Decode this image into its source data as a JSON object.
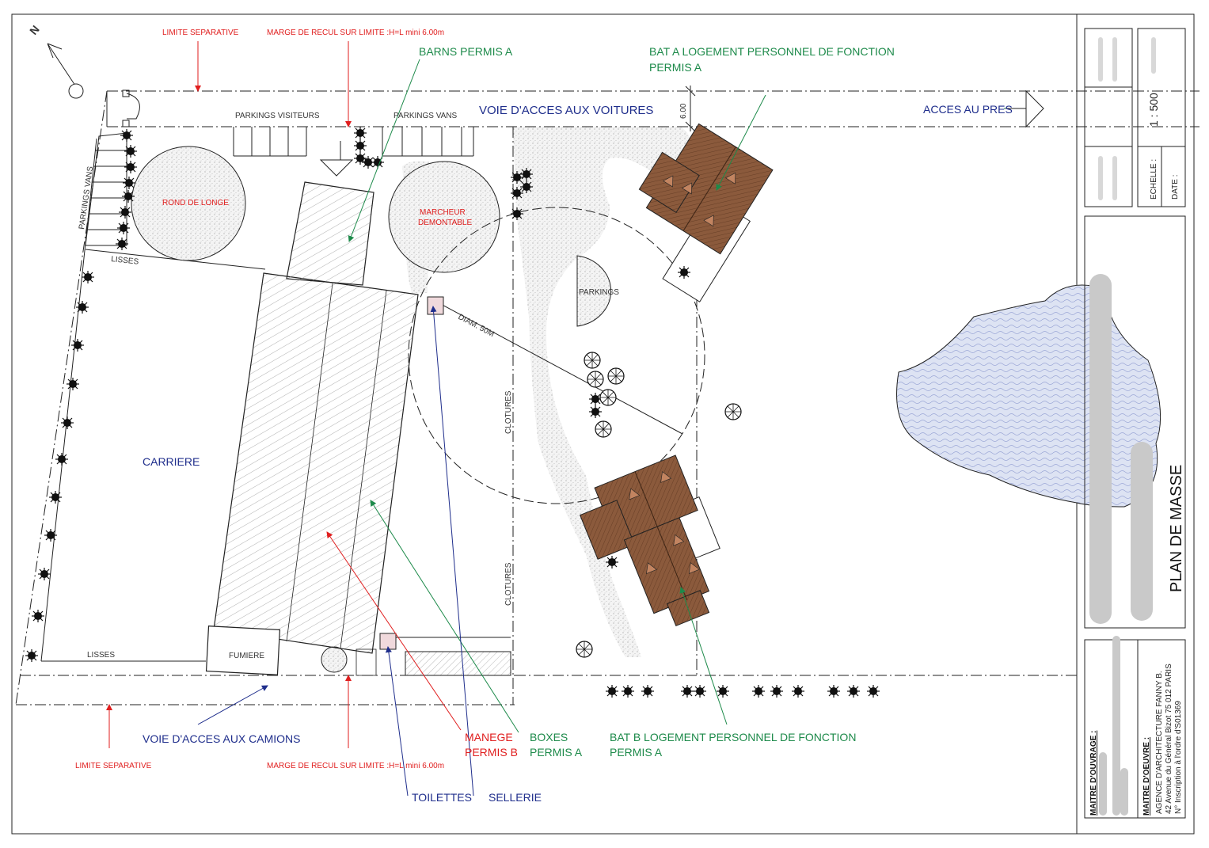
{
  "labels": {
    "limite_top": "LIMITE SEPARATIVE",
    "marge_top": "MARGE DE RECUL SUR LIMITE :H=L mini 6.00m",
    "barns": "BARNS PERMIS A",
    "bat_a_line1": "BAT A LOGEMENT PERSONNEL  DE FONCTION",
    "bat_a_line2": "PERMIS A",
    "parkings_visiteurs": "PARKINGS VISITEURS",
    "parkings_vans_top": "PARKINGS VANS",
    "voie_voitures": "VOIE D'ACCES AUX VOITURES",
    "acces_pres": "ACCES AU PRES",
    "dim_600": "6.00",
    "parkings_vans_side": "PARKINGS VANS",
    "rond_de_longe": "ROND DE LONGE",
    "marcheur_line1": "MARCHEUR",
    "marcheur_line2": "DEMONTABLE",
    "lisses_top": "LISSES",
    "parkings": "PARKINGS",
    "diam": "DIAM. 50M",
    "carriere": "CARRIERE",
    "clotures_1": "CLOTURES",
    "clotures_2": "CLOTURES",
    "fumiere": "FUMIERE",
    "lisses_bottom": "LISSES",
    "voie_camions": "VOIE D'ACCES AUX  CAMIONS",
    "limite_bottom": "LIMITE SEPARATIVE",
    "marge_bottom": "MARGE DE RECUL SUR LIMITE :H=L mini 6.00m",
    "manege_line1": "MANEGE",
    "manege_line2": "PERMIS B",
    "boxes_line1": "BOXES",
    "boxes_line2": "PERMIS A",
    "bat_b_line1": "BAT B LOGEMENT PERSONNEL DE FONCTION",
    "bat_b_line2": "PERMIS A",
    "toilettes": "TOILETTES",
    "sellerie": "SELLERIE",
    "north": "N"
  },
  "title_block": {
    "echelle_label": "ECHELLE :",
    "echelle_value": "1 : 500",
    "date_label": "DATE :",
    "plan_title": "PLAN DE MASSE",
    "maitre_ouvrage": "MAITRE D'OUVRAGE :",
    "maitre_oeuvre": "MAITRE D'OEUVRE :",
    "agence_line1": "AGENCE D'ARCHITECTURE FANNY B.",
    "agence_line2": "42 Avenue du Général Bizot 75 012  PARIS",
    "agence_line3": "N° Inscription à l'ordre d'S01369"
  },
  "colors": {
    "red": "#e01e1e",
    "green": "#1d8a4a",
    "blue": "#1f2e8c",
    "roof": "#8b5a3c",
    "water": "#c8d2ec"
  }
}
